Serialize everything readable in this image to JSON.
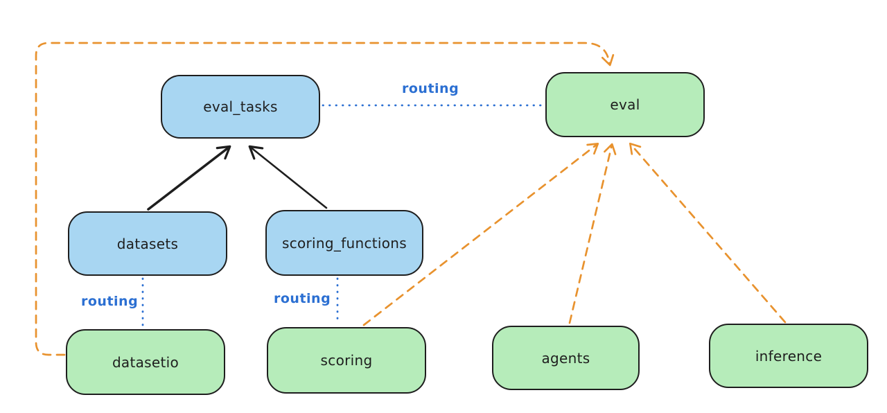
{
  "diagram": {
    "nodes": [
      {
        "label": "eval_tasks",
        "color": "blue"
      },
      {
        "label": "eval",
        "color": "green"
      },
      {
        "label": "datasets",
        "color": "blue"
      },
      {
        "label": "scoring_functions",
        "color": "blue"
      },
      {
        "label": "datasetio",
        "color": "green"
      },
      {
        "label": "scoring",
        "color": "green"
      },
      {
        "label": "agents",
        "color": "green"
      },
      {
        "label": "inference",
        "color": "green"
      }
    ],
    "edges": [
      {
        "from": "datasets",
        "to": "eval_tasks",
        "style": "solid-black-arrow",
        "label": ""
      },
      {
        "from": "scoring_functions",
        "to": "eval_tasks",
        "style": "solid-black-arrow",
        "label": ""
      },
      {
        "from": "eval_tasks",
        "to": "eval",
        "style": "dotted-blue",
        "label": "routing"
      },
      {
        "from": "datasets",
        "to": "datasetio",
        "style": "dotted-blue",
        "label": "routing"
      },
      {
        "from": "scoring_functions",
        "to": "scoring",
        "style": "dotted-blue",
        "label": "routing"
      },
      {
        "from": "datasetio",
        "to": "eval",
        "style": "dashed-orange-arrow",
        "label": ""
      },
      {
        "from": "scoring",
        "to": "eval",
        "style": "dashed-orange-arrow",
        "label": ""
      },
      {
        "from": "agents",
        "to": "eval",
        "style": "dashed-orange-arrow",
        "label": ""
      },
      {
        "from": "inference",
        "to": "eval",
        "style": "dashed-orange-arrow",
        "label": ""
      }
    ],
    "colors": {
      "blue_fill": "#a8d6f2",
      "green_fill": "#b6ecba",
      "stroke": "#1e1e1e",
      "orange": "#e8922e",
      "blue_line": "#2b6fd2",
      "background": "#ffffff"
    }
  }
}
